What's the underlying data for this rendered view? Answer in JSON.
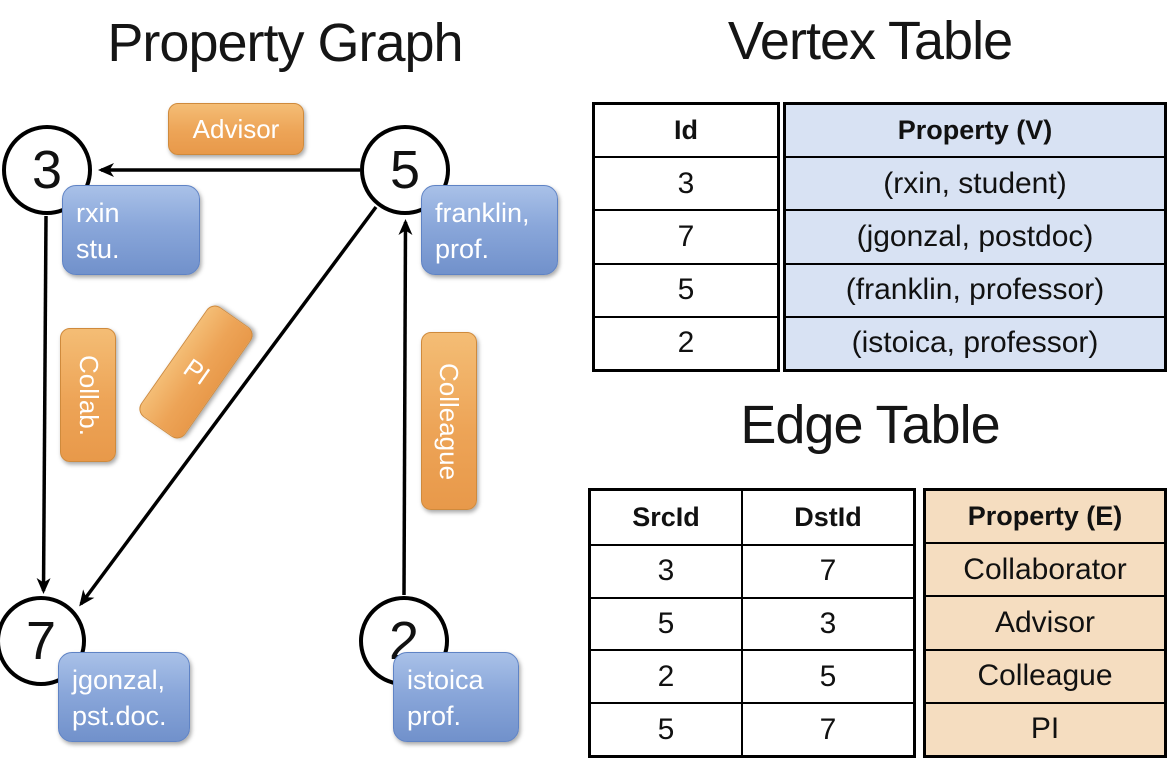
{
  "graph": {
    "title": "Property Graph",
    "nodes": [
      {
        "id": "3",
        "property": [
          "rxin",
          "stu."
        ]
      },
      {
        "id": "5",
        "property": [
          "franklin,",
          "prof."
        ]
      },
      {
        "id": "7",
        "property": [
          "jgonzal,",
          "pst.doc."
        ]
      },
      {
        "id": "2",
        "property": [
          "istoica",
          "prof."
        ]
      }
    ],
    "edge_labels": [
      {
        "label": "Advisor",
        "from": "5",
        "to": "3"
      },
      {
        "label": "Collab.",
        "from": "3",
        "to": "7"
      },
      {
        "label": "PI",
        "from": "5",
        "to": "7"
      },
      {
        "label": "Colleague",
        "from": "2",
        "to": "5"
      }
    ]
  },
  "vertex_table": {
    "title": "Vertex Table",
    "columns": [
      "Id",
      "Property (V)"
    ],
    "rows": [
      [
        "3",
        "(rxin, student)"
      ],
      [
        "7",
        "(jgonzal, postdoc)"
      ],
      [
        "5",
        "(franklin, professor)"
      ],
      [
        "2",
        "(istoica, professor)"
      ]
    ]
  },
  "edge_table": {
    "title": "Edge Table",
    "columns": [
      "SrcId",
      "DstId",
      "Property (E)"
    ],
    "rows": [
      [
        "3",
        "7",
        "Collaborator"
      ],
      [
        "5",
        "3",
        "Advisor"
      ],
      [
        "2",
        "5",
        "Colleague"
      ],
      [
        "5",
        "7",
        "PI"
      ]
    ]
  },
  "colors": {
    "edge_line": "#000000",
    "node_fill": "#ffffff",
    "node_border": "#000000",
    "vertex_box_top": "#a9c1e8",
    "vertex_box_bottom": "#7191cb",
    "edge_label_top": "#f4bd75",
    "edge_label_bottom": "#e8994a",
    "vertex_table_fill": "#d8e2f3",
    "edge_table_fill": "#f5ddc0"
  }
}
